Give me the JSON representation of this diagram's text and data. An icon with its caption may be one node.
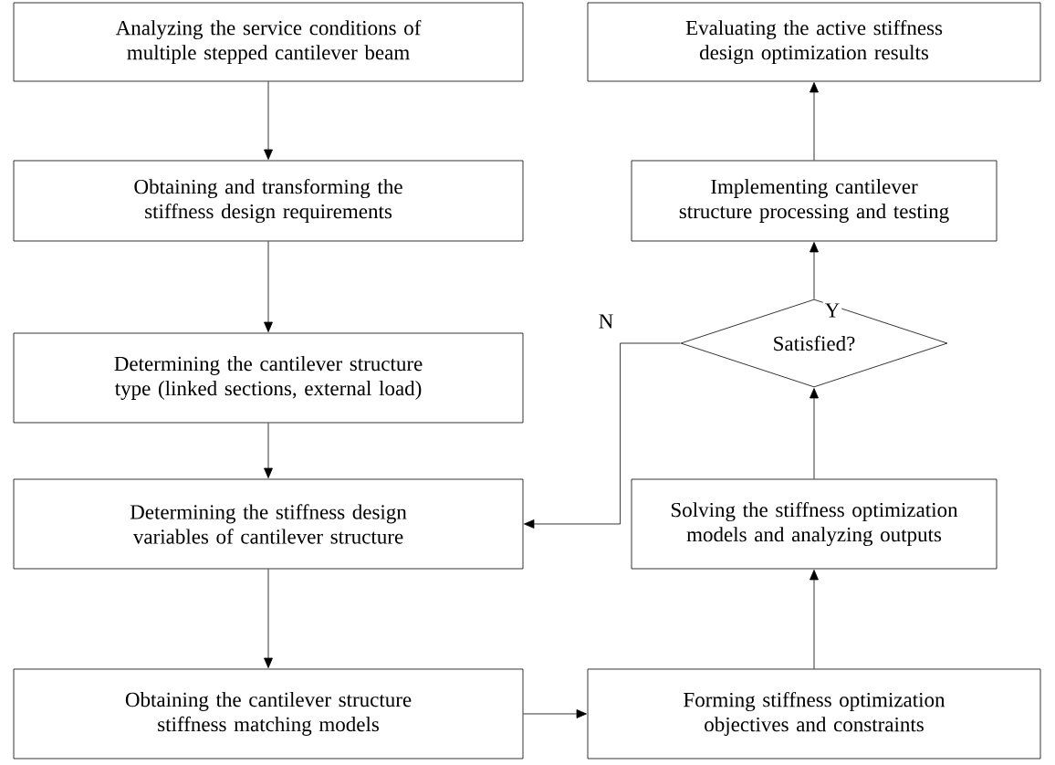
{
  "diagram": {
    "nodes": [
      {
        "text": [
          "Analyzing the service conditions of multiple stepped cantilever beam"
        ]
      },
      {
        "text": [
          "Obtaining and transforming the stiffness design requirements"
        ]
      },
      {
        "text": [
          "Determining the cantilever structure type (linked sections, external load)"
        ]
      },
      {
        "text": [
          "Determining the stiffness design variables of cantilever structure"
        ]
      },
      {
        "text": [
          "Obtaining the cantilever structure stiffness matching models"
        ]
      },
      {
        "text": [
          "Evaluating the active stiffness design optimization results"
        ]
      },
      {
        "text": [
          "Implementing cantilever structure processing and testing"
        ]
      },
      {
        "text": [
          "Satisfied?"
        ]
      },
      {
        "text": [
          "Solving the stiffness optimization models and analyzing outputs"
        ]
      },
      {
        "text": [
          "Forming stiffness optimization objectives and constraints"
        ]
      }
    ],
    "edges": [
      {
        "from": 0,
        "to": 1,
        "arrow": "to"
      },
      {
        "from": 1,
        "to": 2,
        "arrow": "to"
      },
      {
        "from": 2,
        "to": 3,
        "arrow": "to"
      },
      {
        "from": 3,
        "to": 4,
        "arrow": "to"
      },
      {
        "from": 4,
        "to": 9,
        "arrow": "to"
      },
      {
        "from": 9,
        "to": 8,
        "arrow": "to"
      },
      {
        "from": 8,
        "to": 7,
        "arrow": "to"
      },
      {
        "from": 7,
        "to": 6,
        "arrow": "to",
        "label": "Y"
      },
      {
        "from": 6,
        "to": 5,
        "arrow": "to"
      },
      {
        "from": 7,
        "to": 3,
        "arrow": "to",
        "label": "N"
      }
    ]
  }
}
